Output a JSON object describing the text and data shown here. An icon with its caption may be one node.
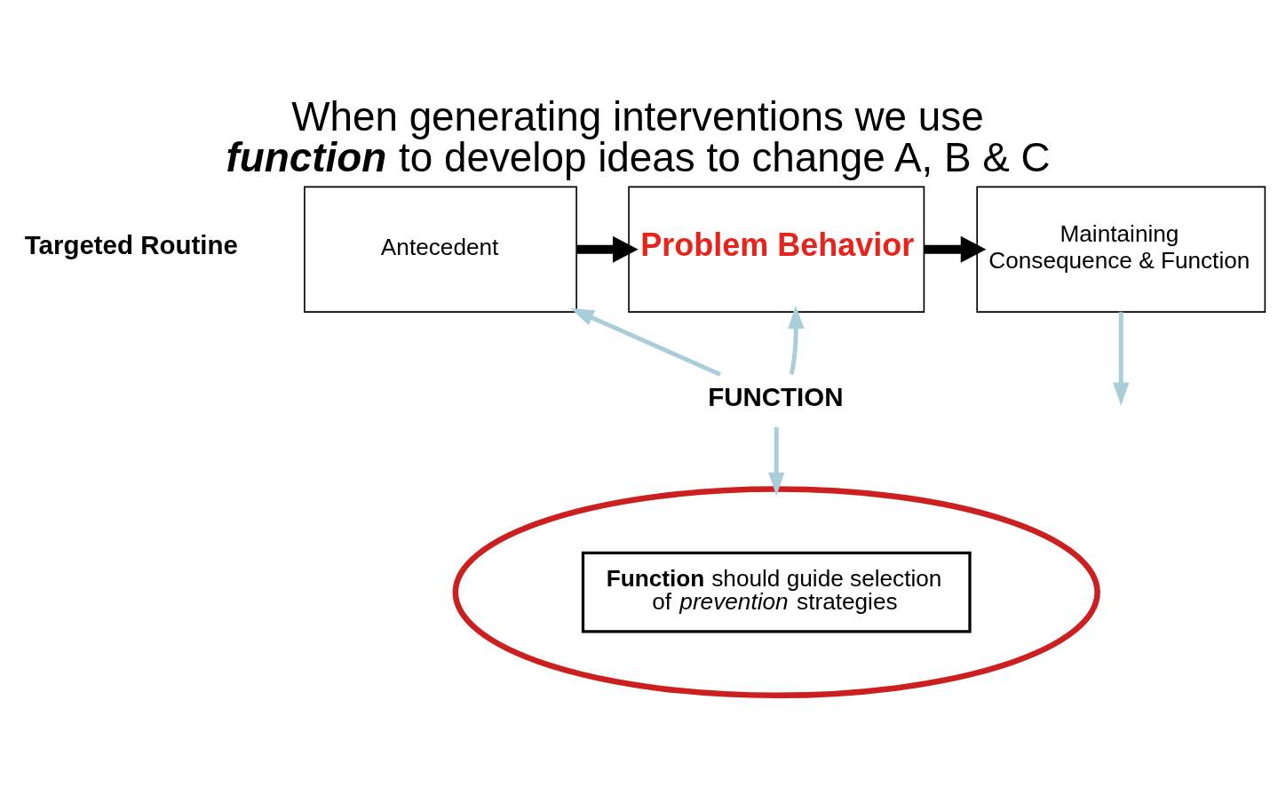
{
  "diagram": {
    "title": "When generating interventions we use *function* to develop ideas to change A, B & C",
    "nodes": [
      {
        "text": [
          "Antecedent"
        ]
      },
      {
        "text": [
          "Problem Behavior"
        ]
      },
      {
        "text": [
          "Maintaining Consequence & Function"
        ]
      },
      {
        "text": [
          "FUNCTION"
        ]
      },
      {
        "text": [
          "**Function** should guide selection of *prevention* strategies"
        ]
      }
    ],
    "edges": [
      {
        "from": 0,
        "to": 1,
        "arrow": "to",
        "style": "thick",
        "color": "#000000"
      },
      {
        "from": 1,
        "to": 2,
        "arrow": "to",
        "style": "thick",
        "color": "#000000"
      },
      {
        "from": 3,
        "to": 1,
        "arrow": "to"
      },
      {
        "from": 3,
        "to": 0,
        "arrow": "to"
      },
      {
        "from": 3,
        "to": 4,
        "arrow": "to"
      },
      {
        "from": 2,
        "to": null,
        "arrow": "to"
      }
    ],
    "labels": [
      "Targeted Routine"
    ]
  }
}
